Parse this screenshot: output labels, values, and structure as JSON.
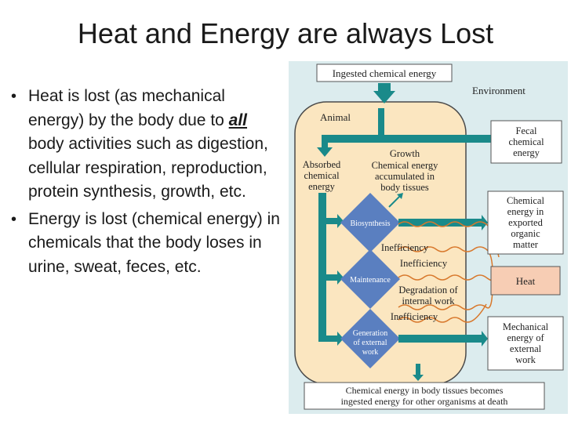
{
  "title": "Heat and Energy are always Lost",
  "bullets": [
    {
      "pre": "Heat is lost (as mechanical energy) by the body due to ",
      "emph": "all",
      "post": " body activities such as digestion, cellular respiration, reproduction, protein synthesis, growth, etc."
    },
    {
      "pre": "Energy is lost (chemical energy) in chemicals that the body loses in urine, sweat, feces, etc.",
      "emph": "",
      "post": ""
    }
  ],
  "figure": {
    "ingested": "Ingested chemical energy",
    "environment": "Environment",
    "animal": "Animal",
    "absorbed": [
      "Absorbed",
      "chemical",
      "energy"
    ],
    "growth": [
      "Growth",
      "Chemical energy",
      "accumulated in",
      "body tissues"
    ],
    "fecal": [
      "Fecal",
      "chemical",
      "energy"
    ],
    "exported": [
      "Chemical",
      "energy in",
      "exported",
      "organic",
      "matter"
    ],
    "heat": "Heat",
    "mechanical": [
      "Mechanical",
      "energy of",
      "external",
      "work"
    ],
    "biosynthesis": "Biosynthesis",
    "maintenance": "Maintenance",
    "generation": [
      "Generation",
      "of external",
      "work"
    ],
    "inefficiency_1": "Inefficiency",
    "inefficiency_2": "Inefficiency",
    "inefficiency_3": "Inefficiency",
    "degradation": [
      "Degradation of",
      "internal work"
    ],
    "bottom": [
      "Chemical energy in body tissues becomes",
      "ingested energy for other organisms at death"
    ]
  },
  "colors": {
    "panel": "#dcecee",
    "animal_box": "#fbe6c0",
    "arrow": "#1a8a8a",
    "diamond": "#5a7fc0",
    "heat_box": "#f7cdb4",
    "wavy": "#d8782c"
  }
}
